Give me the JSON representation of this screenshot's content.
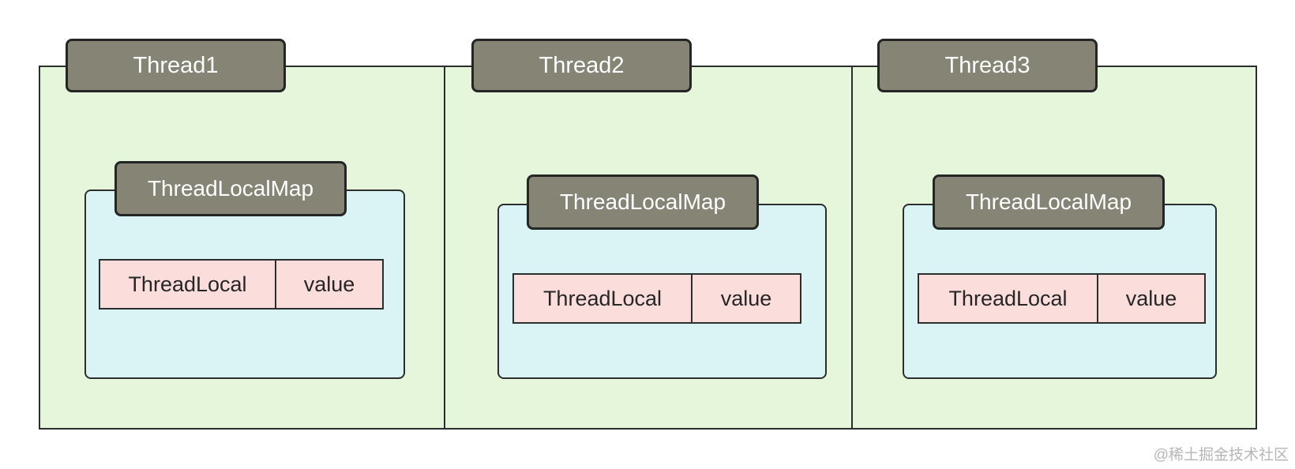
{
  "threads": [
    {
      "label": "Thread1",
      "map_label": "ThreadLocalMap",
      "key_label": "ThreadLocal",
      "value_label": "value"
    },
    {
      "label": "Thread2",
      "map_label": "ThreadLocalMap",
      "key_label": "ThreadLocal",
      "value_label": "value"
    },
    {
      "label": "Thread3",
      "map_label": "ThreadLocalMap",
      "key_label": "ThreadLocal",
      "value_label": "value"
    }
  ],
  "watermark": "@稀土掘金技术社区",
  "colors": {
    "thread_panel": "#e6f6db",
    "label_box": "#868575",
    "map_box": "#daf3f5",
    "entry_cell": "#fbdddb",
    "border": "#2a2f2e"
  }
}
